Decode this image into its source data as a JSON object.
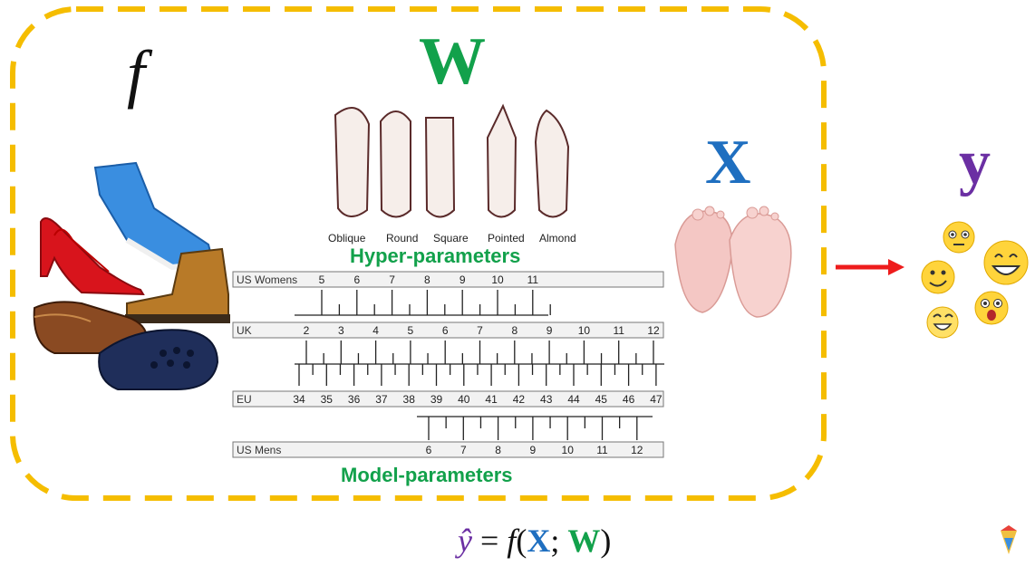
{
  "labels": {
    "f": "f",
    "W": "W",
    "X": "X",
    "y": "y",
    "hyper": "Hyper-parameters",
    "model": "Model-parameters"
  },
  "toe_shapes": [
    "Oblique",
    "Round",
    "Square",
    "Pointed",
    "Almond"
  ],
  "scales": {
    "us_womens": {
      "name": "US Womens",
      "ticks": [
        "5",
        "6",
        "7",
        "8",
        "9",
        "10",
        "11"
      ]
    },
    "uk": {
      "name": "UK",
      "ticks": [
        "2",
        "3",
        "4",
        "5",
        "6",
        "7",
        "8",
        "9",
        "10",
        "11",
        "12"
      ]
    },
    "eu": {
      "name": "EU",
      "ticks": [
        "34",
        "35",
        "36",
        "37",
        "38",
        "39",
        "40",
        "41",
        "42",
        "43",
        "44",
        "45",
        "46",
        "47"
      ]
    },
    "us_mens": {
      "name": "US Mens",
      "ticks": [
        "6",
        "7",
        "8",
        "9",
        "10",
        "11",
        "12"
      ]
    }
  },
  "formula": {
    "yhat": "ŷ",
    "eq": " = ",
    "f": "f",
    "open": "(",
    "X": "X",
    "sep": "; ",
    "W": "W",
    "close": ")"
  },
  "colors": {
    "box": "#f5bd00",
    "green": "#12a14b",
    "blue": "#1f6fc0",
    "purple": "#6b2fa3",
    "arrow": "#ee1c1c"
  },
  "icons": [
    "sneaker-icon",
    "high-heel-icon",
    "boot-icon",
    "oxford-shoe-icon",
    "clog-icon",
    "baby-feet-icon",
    "emoji-icon"
  ]
}
